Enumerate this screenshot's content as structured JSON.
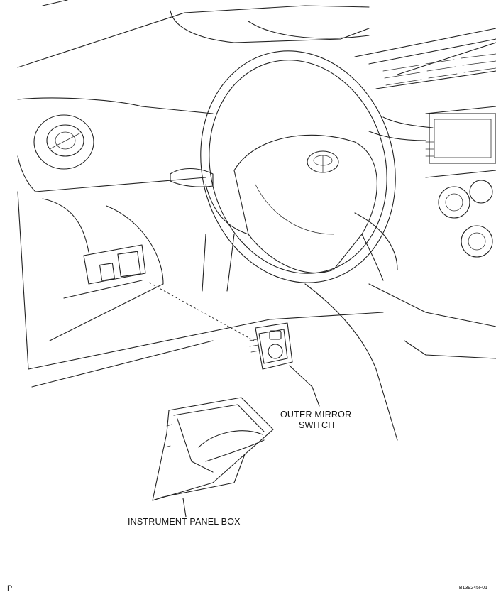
{
  "labels": {
    "outer_mirror_switch_line1": "OUTER MIRROR",
    "outer_mirror_switch_line2": "SWITCH",
    "instrument_panel_box": "INSTRUMENT PANEL BOX"
  },
  "corner": {
    "left": "P",
    "right": "B139245F01"
  }
}
